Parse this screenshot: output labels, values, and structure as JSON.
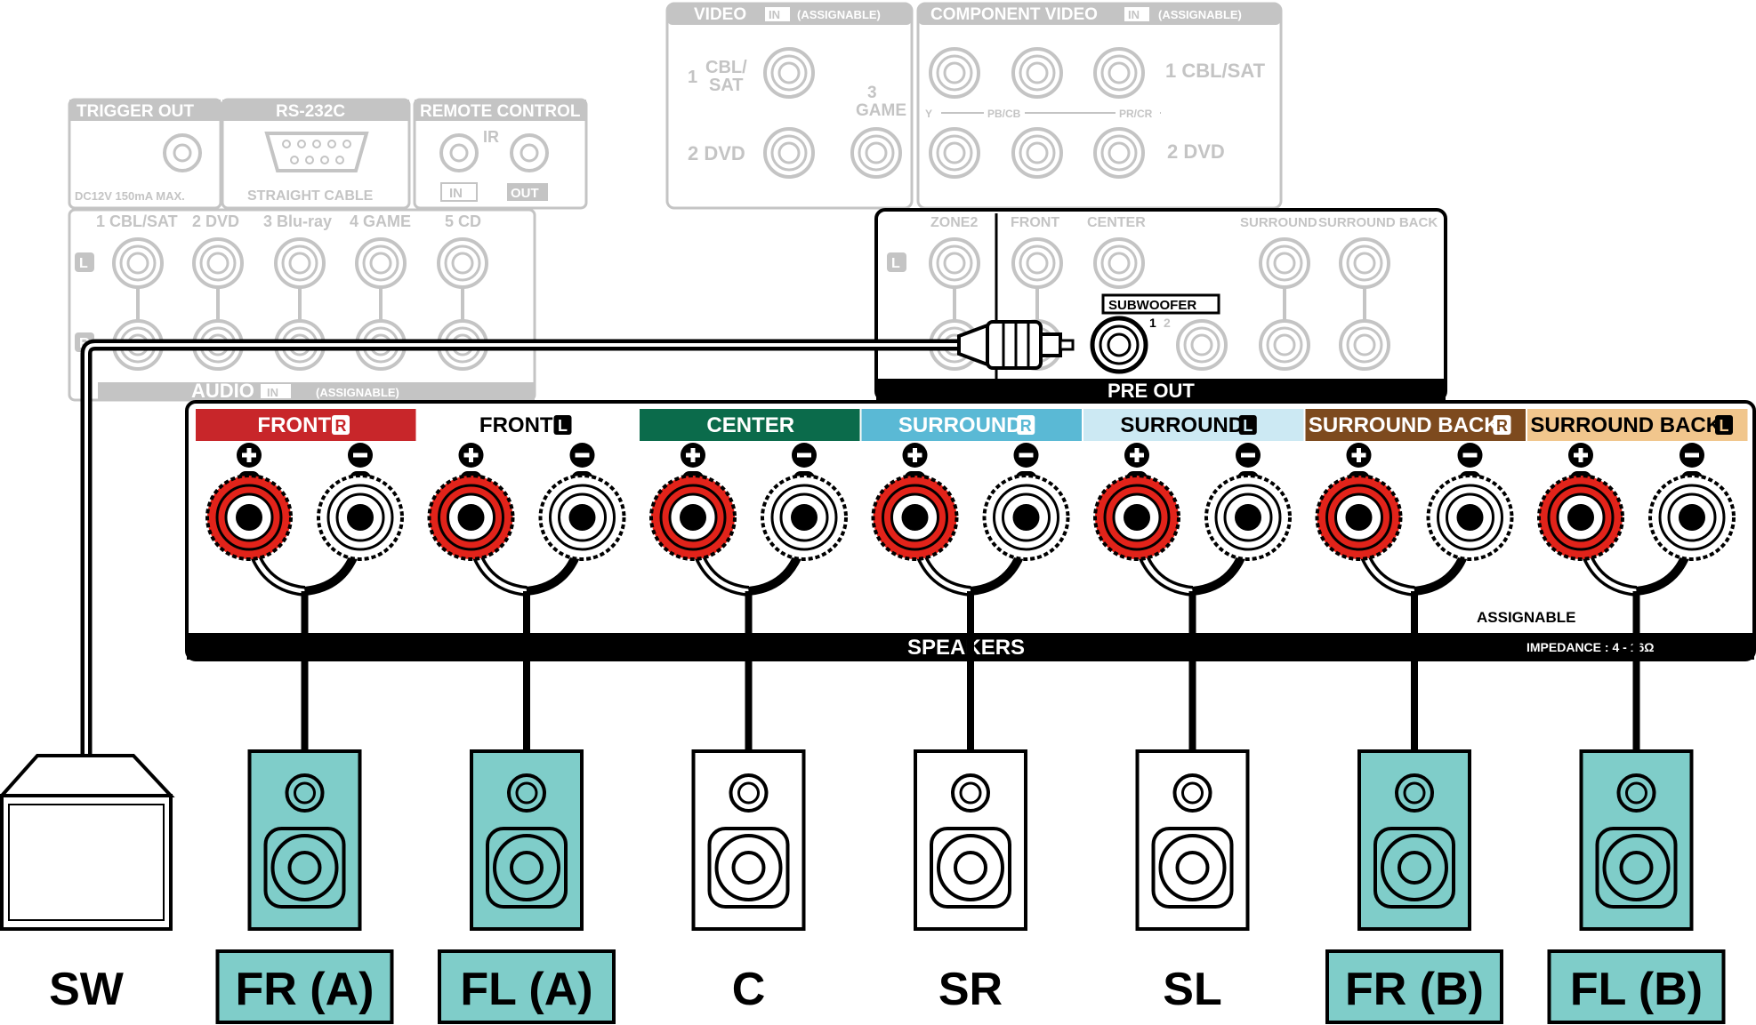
{
  "inputs": {
    "video_title": "VIDEO",
    "in_badge": "IN",
    "assignable": "(ASSIGNABLE)",
    "video_1": "1",
    "video_1_label_a": "CBL/",
    "video_1_label_b": "SAT",
    "video_3": "3",
    "video_3_label": "GAME",
    "video_2": "2  DVD",
    "component_title": "COMPONENT VIDEO",
    "component_1": "1 CBL/SAT",
    "component_2": "2 DVD",
    "component_y": "Y",
    "component_pb": "PB/CB",
    "component_pr": "PR/CR",
    "trigger_title": "TRIGGER OUT",
    "trigger_spec": "DC12V 150mA MAX.",
    "rs232_title": "RS-232C",
    "rs232_cable": "STRAIGHT CABLE",
    "remote_title": "REMOTE CONTROL",
    "remote_ir": "IR",
    "remote_in": "IN",
    "remote_out": "OUT",
    "audio_title": "AUDIO",
    "audio_channels": [
      "1 CBL/SAT",
      "2 DVD",
      "3 Blu-ray",
      "4 GAME",
      "5 CD"
    ],
    "audio_l": "L",
    "audio_r": "R"
  },
  "preout": {
    "title": "PRE OUT",
    "zone2": "ZONE2",
    "front": "FRONT",
    "center": "CENTER",
    "surround": "SURROUND",
    "surround_back": "SURROUND BACK",
    "subwoofer": "SUBWOOFER",
    "sub_1": "1",
    "sub_2": "2",
    "l": "L"
  },
  "speakers": {
    "title": "SPEAKERS",
    "assignable": "ASSIGNABLE",
    "impedance": "IMPEDANCE : 4 - 16Ω",
    "channels": [
      {
        "label": "FRONT",
        "side": "R",
        "color": "#c8262a",
        "text_color": "#ffffff"
      },
      {
        "label": "FRONT",
        "side": "L",
        "color": "#ffffff",
        "text_color": "#000000"
      },
      {
        "label": "CENTER",
        "side": "",
        "color": "#0b6b4b",
        "text_color": "#ffffff"
      },
      {
        "label": "SURROUND",
        "side": "R",
        "color": "#5ab9d5",
        "text_color": "#ffffff"
      },
      {
        "label": "SURROUND",
        "side": "L",
        "color": "#cce9f3",
        "text_color": "#000000"
      },
      {
        "label": "SURROUND BACK",
        "side": "R",
        "color": "#7d4a1e",
        "text_color": "#ffffff"
      },
      {
        "label": "SURROUND BACK",
        "side": "L",
        "color": "#f1c68d",
        "text_color": "#000000"
      }
    ]
  },
  "devices": [
    {
      "label": "SW",
      "kind": "subwoofer",
      "highlight": false
    },
    {
      "label": "FR (A)",
      "kind": "speaker",
      "highlight": true
    },
    {
      "label": "FL (A)",
      "kind": "speaker",
      "highlight": true
    },
    {
      "label": "C",
      "kind": "speaker",
      "highlight": false
    },
    {
      "label": "SR",
      "kind": "speaker",
      "highlight": false
    },
    {
      "label": "SL",
      "kind": "speaker",
      "highlight": false
    },
    {
      "label": "FR (B)",
      "kind": "speaker",
      "highlight": true
    },
    {
      "label": "FL (B)",
      "kind": "speaker",
      "highlight": true
    }
  ],
  "colors": {
    "highlight": "#7fcdc9",
    "faded": "#c4c4c4",
    "terminal_red": "#e2231a",
    "black": "#000000"
  }
}
